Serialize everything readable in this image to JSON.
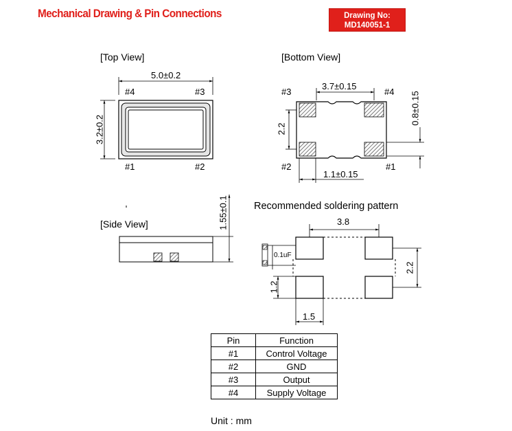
{
  "header": {
    "title": "Mechanical Drawing & Pin Connections",
    "drawing_no_label": "Drawing No:",
    "drawing_no_value": "MD140051-1"
  },
  "top_view": {
    "label": "[Top View]",
    "width_dim": "5.0±0.2",
    "height_dim": "3.2±0.2",
    "pins": {
      "tl": "#4",
      "tr": "#3",
      "bl": "#1",
      "br": "#2"
    }
  },
  "bottom_view": {
    "label": "[Bottom View]",
    "pad_spacing_dim": "3.7±0.15",
    "pad_height_dim": "0.8±0.15",
    "vertical_dim": "2.2",
    "pad_width_dim": "1.1±0.15",
    "pins": {
      "tl": "#3",
      "tr": "#4",
      "bl": "#2",
      "br": "#1"
    }
  },
  "side_view": {
    "label": "[Side View]",
    "height_dim": "1.55±0.1"
  },
  "soldering": {
    "title": "Recommended soldering pattern",
    "horizontal_dim": "3.8",
    "vertical_dim": "2.2",
    "pad_height_dim": "1.2",
    "pad_width_dim": "1.5",
    "capacitor": "0.1uF"
  },
  "pin_table": {
    "headers": [
      "Pin",
      "Function"
    ],
    "rows": [
      {
        "pin": "#1",
        "function": "Control Voltage"
      },
      {
        "pin": "#2",
        "function": "GND"
      },
      {
        "pin": "#3",
        "function": "Output"
      },
      {
        "pin": "#4",
        "function": "Supply Voltage"
      }
    ]
  },
  "unit": "Unit : mm"
}
